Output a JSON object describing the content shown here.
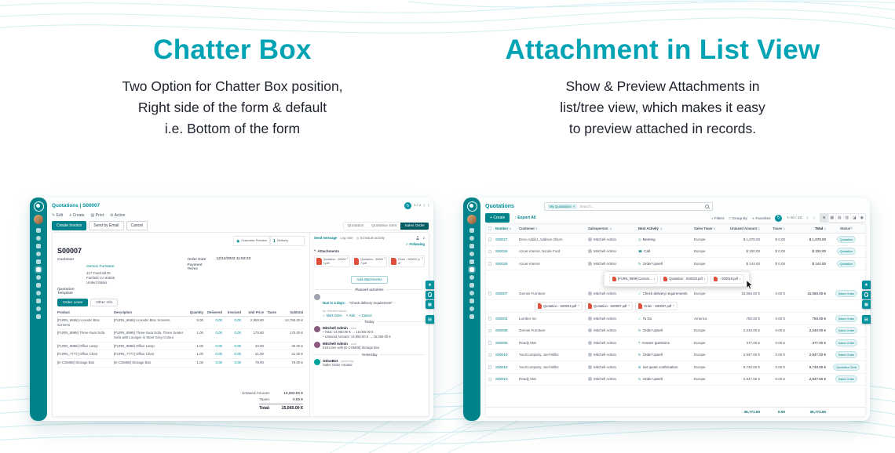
{
  "hero": {
    "left": {
      "title": "Chatter Box",
      "lines": [
        "Two Option for Chatter Box position,",
        "Right side of the form & default",
        "i.e. Bottom of the form"
      ]
    },
    "right": {
      "title": "Attachment in List View",
      "lines": [
        "Show & Preview Attachments in",
        "list/tree view, which makes it easy",
        "to preview attached in records."
      ]
    }
  },
  "form_app": {
    "breadcrumb": "Quotations | S00007",
    "toolbar": {
      "edit": "Edit",
      "create": "Create",
      "print": "Print",
      "action": "Action"
    },
    "pager": "1 / 1",
    "actions": {
      "create_invoice": "Create Invoice",
      "send_by_email": "Send by Email",
      "cancel": "Cancel"
    },
    "statusbar": [
      "Quotation",
      "Quotation Sent",
      "Sales Order"
    ],
    "smart_buttons": {
      "preview": "Customer Preview",
      "delivery_count": "1",
      "delivery": "Delivery"
    },
    "record": {
      "name": "S00007",
      "customer_label": "Customer",
      "customer": "Gemini Furniture",
      "address": [
        "317 Fairchild Dr",
        "Fairfield CA 94535",
        "United States"
      ],
      "order_date_label": "Order Date",
      "order_date": "12/12/2022 11:53:23",
      "payment_terms_label": "Payment Terms",
      "template_label": "Quotation Template"
    },
    "tabs": {
      "order_lines": "Order Lines",
      "other_info": "Other Info"
    },
    "columns": [
      "Product",
      "Description",
      "Quantity",
      "Delivered",
      "Invoiced",
      "Unit Price",
      "Taxes",
      "Subtotal"
    ],
    "lines": [
      {
        "product": "[FURN_6666] Acoustic Bloc Screens",
        "description": "[FURN_6666] Acoustic Bloc Screens",
        "qty": "5.00",
        "delivered": "0.00",
        "invoiced": "0.00",
        "price": "2,950.00",
        "taxes": "",
        "subtotal": "14,750.00 €"
      },
      {
        "product": "[FURN_8999] Three-Seat Sofa",
        "description": "[FURN_8999] Three-Seat Sofa, Three Seater Sofa with Lounger in Steel Grey Colour",
        "qty": "1.00",
        "delivered": "0.00",
        "invoiced": "0.00",
        "price": "170.00",
        "taxes": "",
        "subtotal": "170.00 €"
      },
      {
        "product": "[FURN_8888] Office Lamp",
        "description": "[FURN_8888] Office Lamp",
        "qty": "1.00",
        "delivered": "0.00",
        "invoiced": "0.00",
        "price": "40.00",
        "taxes": "",
        "subtotal": "40.00 €"
      },
      {
        "product": "[FURN_7777] Office Chair",
        "description": "[FURN_7777] Office Chair",
        "qty": "1.00",
        "delivered": "0.00",
        "invoiced": "0.00",
        "price": "21.00",
        "taxes": "",
        "subtotal": "21.00 €"
      },
      {
        "product": "[E-COM08] Storage Box",
        "description": "[E-COM08] Storage Box",
        "qty": "1.00",
        "delivered": "0.00",
        "invoiced": "0.00",
        "price": "79.00",
        "taxes": "",
        "subtotal": "79.00 €"
      }
    ],
    "totals": {
      "untaxed_label": "Untaxed Amount:",
      "untaxed": "15,060.00 €",
      "taxes_label": "Taxes:",
      "taxes": "0.00 €",
      "total_label": "Total:",
      "total": "15,060.00 €"
    }
  },
  "chatter": {
    "send_message": "Send message",
    "log_note": "Log note",
    "schedule_activity": "Schedule activity",
    "follower_count": "2",
    "following": "Following",
    "attachments_label": "Attachments",
    "files": [
      {
        "name": "Quotation - S00023.pdf"
      },
      {
        "name": "Quotation - S00007.pdf"
      },
      {
        "name": "Order - S00007.pdf"
      }
    ],
    "add_attachments": "Add attachments",
    "planned_label": "Planned activities",
    "activity": {
      "due": "Due in 4 days:",
      "title": "\"Check delivery requirement\"",
      "assignee": "for Mitchell Admin",
      "mark_done": "Mark Done",
      "edit": "Edit",
      "cancel": "Cancel"
    },
    "today_label": "Today",
    "yesterday_label": "Yesterday",
    "messages": [
      {
        "author": "Mitchell Admin",
        "time": "- now"
      },
      {
        "author": "Mitchell Admin",
        "time": "- now"
      },
      {
        "author": "OdooBot",
        "time": "- yesterday"
      }
    ],
    "msg1_bullets": [
      "Total: 14,950.00 € → 15,060.00 €",
      "Untaxed Amount: 14,950.00 € → 15,060.00 €"
    ],
    "msg2_body": "Extra line with [E-COM08] Storage Box",
    "msg3_body": "Sales Order created"
  },
  "list_app": {
    "title": "Quotations",
    "search": {
      "chip": "My Quotations",
      "placeholder": "Search..."
    },
    "create": "Create",
    "export_all": "Export All",
    "filters": "Filters",
    "group_by": "Group By",
    "favorites": "Favorites",
    "pager": "1-10 / 10",
    "columns": [
      "Number",
      "Customer",
      "Salesperson",
      "Next Activity",
      "Sales Team",
      "Untaxed Amount",
      "Taxes",
      "Total",
      "Status"
    ],
    "rows_a": [
      {
        "number": "S00027",
        "customer": "Deco Addict, Addison Olson",
        "salesperson": "Mitchell Admin",
        "activity_icon": "clock2",
        "activity": "Meeting",
        "team": "Europe",
        "untaxed": "$ 1,878.00",
        "taxes": "$ 0.00",
        "total": "$ 1,878.00",
        "status": "Quotation"
      },
      {
        "number": "S00026",
        "customer": "Azure Interior, Nicole Ford",
        "salesperson": "Mitchell Admin",
        "activity_icon": "phone2",
        "activity": "Call",
        "team": "Europe",
        "untaxed": "$ 320.00",
        "taxes": "$ 0.00",
        "total": "$ 320.00",
        "status": "Quotation"
      },
      {
        "number": "S00025",
        "customer": "Azure Interior",
        "salesperson": "Mitchell Admin",
        "activity_icon": "refresh2",
        "activity": "Order Upsell",
        "team": "Europe",
        "untaxed": "$ 144.00",
        "taxes": "$ 0.00",
        "total": "$ 144.00",
        "status": "Quotation"
      }
    ],
    "strip_a": [
      {
        "name": "[FURN_8999] Custom..."
      },
      {
        "name": "Quotation - S00023.pdf"
      },
      {
        "name": "- S00019.pdf"
      }
    ],
    "rows_b": [
      {
        "number": "S00007",
        "customer": "Gemini Furniture",
        "salesperson": "Mitchell Admin",
        "activity_icon": "check2",
        "activity": "Check delivery requirements",
        "team": "Europe",
        "untaxed": "15,060.00 €",
        "taxes": "0.00 €",
        "total": "15,060.00 €",
        "status": "Sales Order"
      }
    ],
    "strip_b": [
      {
        "name": "Quotation - S00023.pdf"
      },
      {
        "name": "Quotation - S00007.pdf"
      },
      {
        "name": "Order - S00007.pdf"
      }
    ],
    "rows_c": [
      {
        "number": "S00004",
        "customer": "Lumber Inc",
        "salesperson": "Mitchell Admin",
        "activity_icon": "check2",
        "activity": "To Do",
        "team": "America",
        "untaxed": "750.00 €",
        "taxes": "0.00 €",
        "total": "750.00 €",
        "status": "Sales Order"
      },
      {
        "number": "S00008",
        "customer": "Gemini Furniture",
        "salesperson": "Mitchell Admin",
        "activity_icon": "refresh2",
        "activity": "Order Upsell",
        "team": "Europe",
        "untaxed": "2,240.00 €",
        "taxes": "0.00 €",
        "total": "2,240.00 €",
        "status": "Sales Order"
      },
      {
        "number": "S00005",
        "customer": "Ready Mat",
        "salesperson": "Mitchell Admin",
        "activity_icon": "question",
        "activity": "Answer questions",
        "team": "Europe",
        "untaxed": "377.00 €",
        "taxes": "0.00 €",
        "total": "377.00 €",
        "status": "Sales Order"
      },
      {
        "number": "S00019",
        "customer": "YourCompany, Joel Willis",
        "salesperson": "Mitchell Admin",
        "activity_icon": "refresh2",
        "activity": "Order Upsell",
        "team": "Europe",
        "untaxed": "2,947.00 €",
        "taxes": "0.00 €",
        "total": "2,947.00 €",
        "status": "Sales Order"
      },
      {
        "number": "S00018",
        "customer": "YourCompany, Joel Willis",
        "salesperson": "Mitchell Admin",
        "activity_icon": "envelope",
        "activity": "Set quote confirmation",
        "team": "Europe",
        "untaxed": "9,740.00 €",
        "taxes": "0.00 €",
        "total": "9,740.00 €",
        "status": "Quotation Sent"
      },
      {
        "number": "S00010",
        "customer": "Ready Mat",
        "salesperson": "Mitchell Admin",
        "activity_icon": "refresh2",
        "activity": "Order Upsell",
        "team": "Europe",
        "untaxed": "2,947.50 €",
        "taxes": "0.00 €",
        "total": "2,947.50 €",
        "status": "Sales Order"
      }
    ],
    "footer": {
      "untaxed": "36,771.50",
      "taxes": "0.00",
      "total": "36,771.50"
    }
  }
}
